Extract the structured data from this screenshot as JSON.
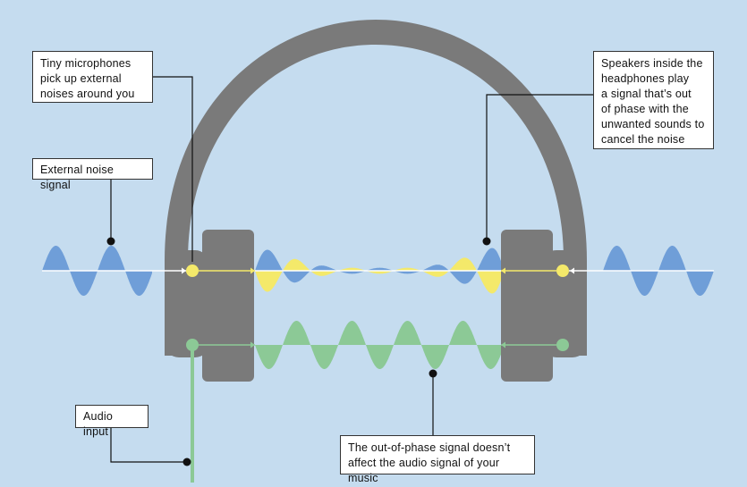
{
  "colors": {
    "background": "#c5dcef",
    "headphone": "#7a7a7a",
    "noise_wave": "#6f9ed8",
    "antinoise_wave": "#f4e96a",
    "music_wave": "#8cc996",
    "audio_cable": "#8cc996",
    "leader_line": "#111111"
  },
  "callouts": {
    "microphones": "Tiny microphones\npick up external\nnoises around you",
    "external_noise": "External noise signal",
    "speakers": "Speakers inside the\nheadphones play\na signal that’s out\nof phase with the\nunwanted sounds to\ncancel the noise",
    "audio_input": "Audio input",
    "out_of_phase": "The out-of-phase signal doesn’t\naffect the audio signal of your music"
  },
  "icons": {
    "microphone_left": "microphone-dot-icon",
    "speaker_right": "speaker-dot-icon",
    "audio_in_left": "audio-in-dot-icon",
    "audio_out_right": "audio-out-dot-icon"
  }
}
